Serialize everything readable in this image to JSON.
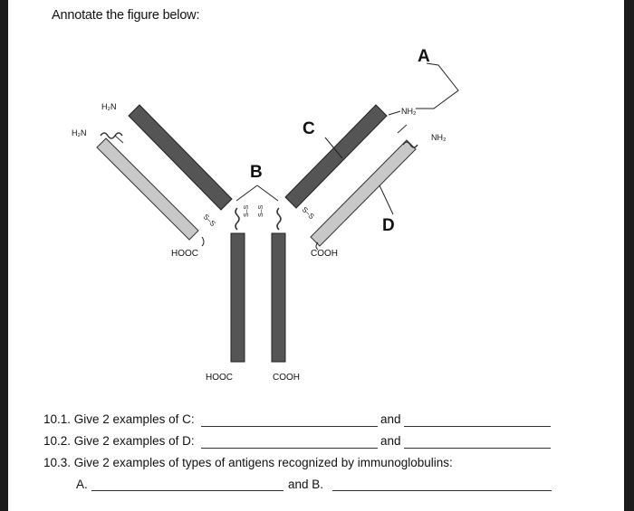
{
  "title": "Annotate the figure below:",
  "diagram": {
    "letters": {
      "a": "A",
      "b": "B",
      "c": "C",
      "d": "D"
    },
    "termini": {
      "h2n_heavy_left": "H₂N",
      "h2n_light_left": "H₂N",
      "nh2_heavy_right": "NH₂",
      "nh2_light_right": "NH₂",
      "hooc_light_left": "HOOC",
      "cooh_light_right": "COOH",
      "hooc_heavy_left": "HOOC",
      "cooh_heavy_right": "COOH"
    },
    "disulfide_left": "S–S",
    "disulfide_right": "S–S",
    "hinge_left": "S–S",
    "hinge_right": "S–S"
  },
  "questions": {
    "q1": {
      "label": "10.1. Give 2 examples of C:",
      "and": "and"
    },
    "q2": {
      "label": "10.2. Give 2 examples of D:",
      "and": "and"
    },
    "q3": {
      "label": "10.3. Give 2 examples of types of antigens recognized by immunoglobulins:"
    },
    "q3_answers": {
      "a": "A.",
      "b": "and B."
    }
  }
}
